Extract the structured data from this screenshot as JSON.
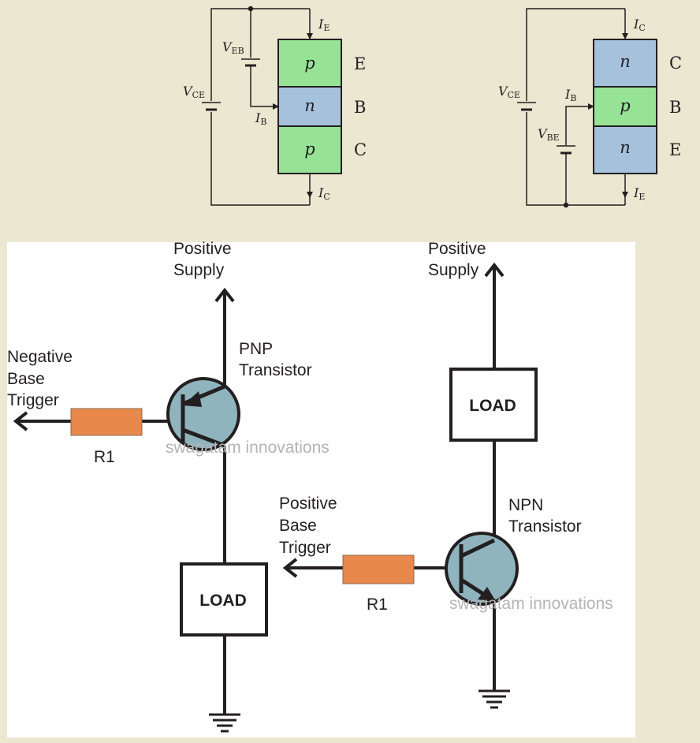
{
  "colors": {
    "background": "#ebe7d0",
    "panel": "#ffffff",
    "p_region": "#96e396",
    "n_region": "#a6c1dc",
    "transistor_body": "#8fb4be",
    "resistor": "#e8884a",
    "wire": "#231f20",
    "watermark": "#b4b4b4"
  },
  "pnp_structure": {
    "regions": [
      {
        "letter": "p",
        "terminal": "E"
      },
      {
        "letter": "n",
        "terminal": "B"
      },
      {
        "letter": "p",
        "terminal": "C"
      }
    ],
    "v_eb": {
      "main": "V",
      "sub": "EB"
    },
    "v_ce": {
      "main": "V",
      "sub": "CE"
    },
    "i_e": {
      "main": "I",
      "sub": "E"
    },
    "i_b": {
      "main": "I",
      "sub": "B"
    },
    "i_c": {
      "main": "I",
      "sub": "C"
    }
  },
  "npn_structure": {
    "regions": [
      {
        "letter": "n",
        "terminal": "C"
      },
      {
        "letter": "p",
        "terminal": "B"
      },
      {
        "letter": "n",
        "terminal": "E"
      }
    ],
    "v_be": {
      "main": "V",
      "sub": "BE"
    },
    "v_ce": {
      "main": "V",
      "sub": "CE"
    },
    "i_c": {
      "main": "I",
      "sub": "C"
    },
    "i_b": {
      "main": "I",
      "sub": "B"
    },
    "i_e": {
      "main": "I",
      "sub": "E"
    }
  },
  "pnp_circuit": {
    "supply_line1": "Positive",
    "supply_line2": "Supply",
    "transistor_line1": "PNP",
    "transistor_line2": "Transistor",
    "trigger_line1": "Negative",
    "trigger_line2": "Base",
    "trigger_line3": "Trigger",
    "resistor": "R1",
    "load": "LOAD",
    "watermark": "swagatam innovations"
  },
  "npn_circuit": {
    "supply_line1": "Positive",
    "supply_line2": "Supply",
    "transistor_line1": "NPN",
    "transistor_line2": "Transistor",
    "trigger_line1": "Positive",
    "trigger_line2": "Base",
    "trigger_line3": "Trigger",
    "resistor": "R1",
    "load": "LOAD",
    "watermark": "swagatam innovations"
  }
}
